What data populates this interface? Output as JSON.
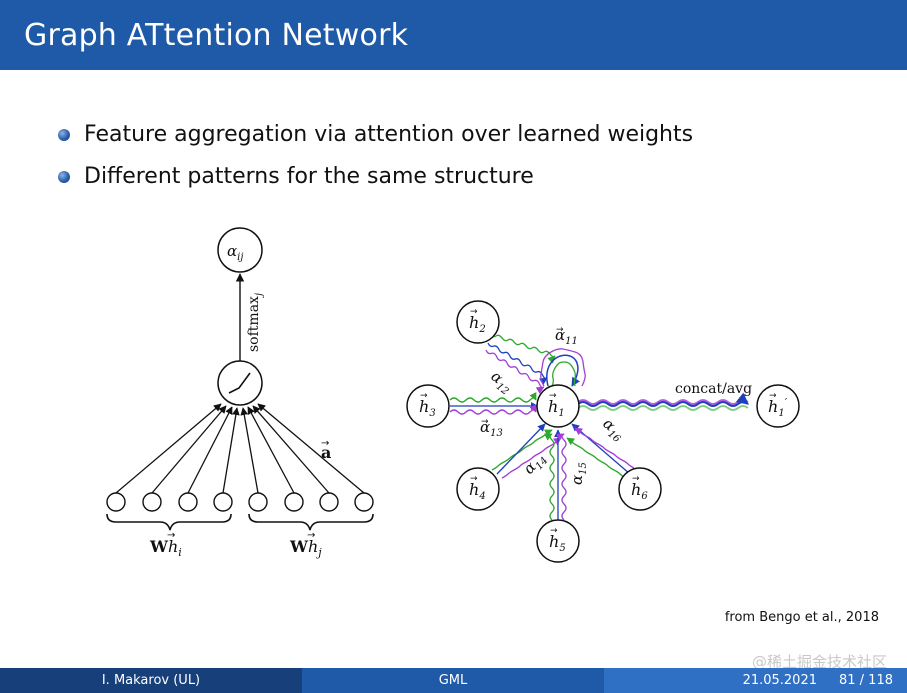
{
  "slide": {
    "title": "Graph ATtention Network",
    "bullets": [
      "Feature aggregation via attention over learned weights",
      "Different patterns for the same structure"
    ],
    "source_note": "from Bengo et al., 2018",
    "watermark": "@稀土掘金技术社区"
  },
  "left_diagram": {
    "output_label": "α",
    "output_sub": "ij",
    "edge_label": "softmax",
    "edge_label_sub": "j",
    "vector_label": "a",
    "group_left_w": "W",
    "group_left_h": "h",
    "group_left_sub": "i",
    "group_right_w": "W",
    "group_right_h": "h",
    "group_right_sub": "j"
  },
  "right_diagram": {
    "center": {
      "letter": "h",
      "sub": "1"
    },
    "neighbors": [
      {
        "letter": "h",
        "sub": "2"
      },
      {
        "letter": "h",
        "sub": "3"
      },
      {
        "letter": "h",
        "sub": "4"
      },
      {
        "letter": "h",
        "sub": "5"
      },
      {
        "letter": "h",
        "sub": "6"
      }
    ],
    "output": {
      "letter": "h",
      "sub": "1",
      "prime": "′"
    },
    "attn_letter": "α",
    "attn_subs": [
      "11",
      "12",
      "13",
      "14",
      "15",
      "16"
    ],
    "concat_label": "concat/avg"
  },
  "footer": {
    "author": "I. Makarov  (UL)",
    "course": "GML",
    "date": "21.05.2021",
    "page": "81 / 118"
  },
  "colors": {
    "title_bg": "#1e5aa8",
    "footer_dark": "#173f7a",
    "footer_mid": "#1e5aa8",
    "footer_light": "#2f6fc4",
    "attn_blue": "#1f3fbf",
    "attn_green": "#2fa82f",
    "attn_purple": "#a23fd6"
  }
}
